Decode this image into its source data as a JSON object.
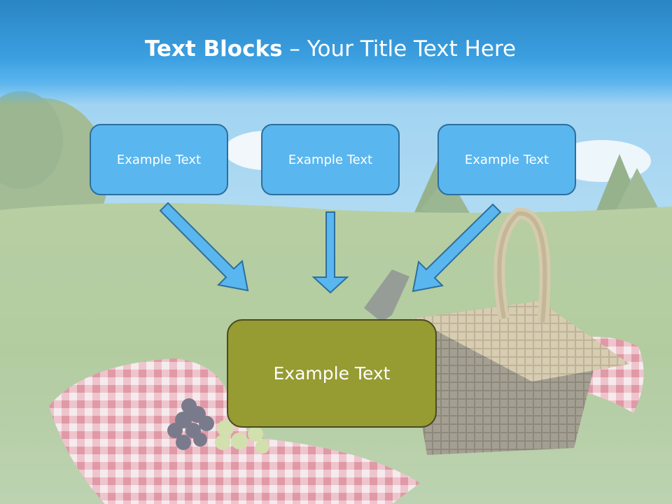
{
  "title": {
    "bold": "Text Blocks",
    "separator": " – ",
    "rest": "Your Title Text Here"
  },
  "boxes": [
    {
      "label": "Example Text"
    },
    {
      "label": "Example Text"
    },
    {
      "label": "Example Text"
    }
  ],
  "center_box": {
    "label": "Example Text"
  },
  "colors": {
    "title_bar": "#3b9fe0",
    "box_fill": "#5ab6ee",
    "box_border": "#2d6f9e",
    "center_fill": "#969b32",
    "center_border": "#4a4a20",
    "arrow_fill": "#5ab6ee"
  }
}
